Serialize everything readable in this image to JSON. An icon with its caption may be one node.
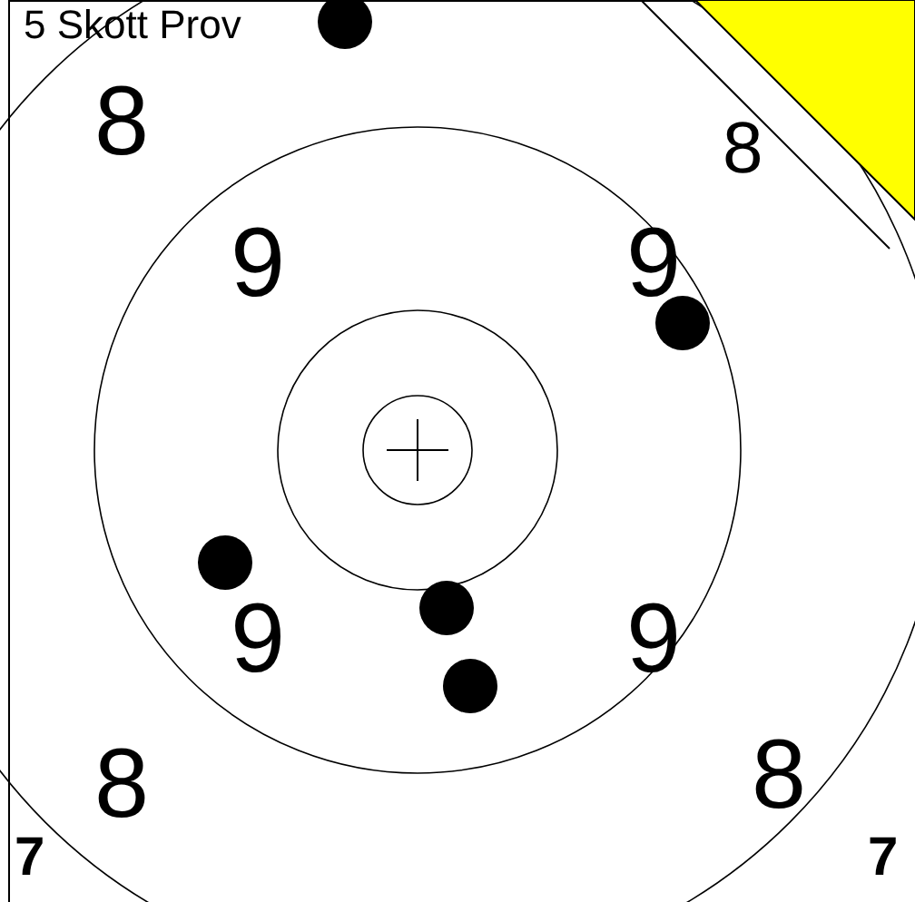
{
  "diagram": {
    "labels": [
      "5 Skott Prov",
      "8",
      "8",
      "9",
      "9",
      "9",
      "9",
      "8",
      "8",
      "7",
      "7"
    ]
  }
}
